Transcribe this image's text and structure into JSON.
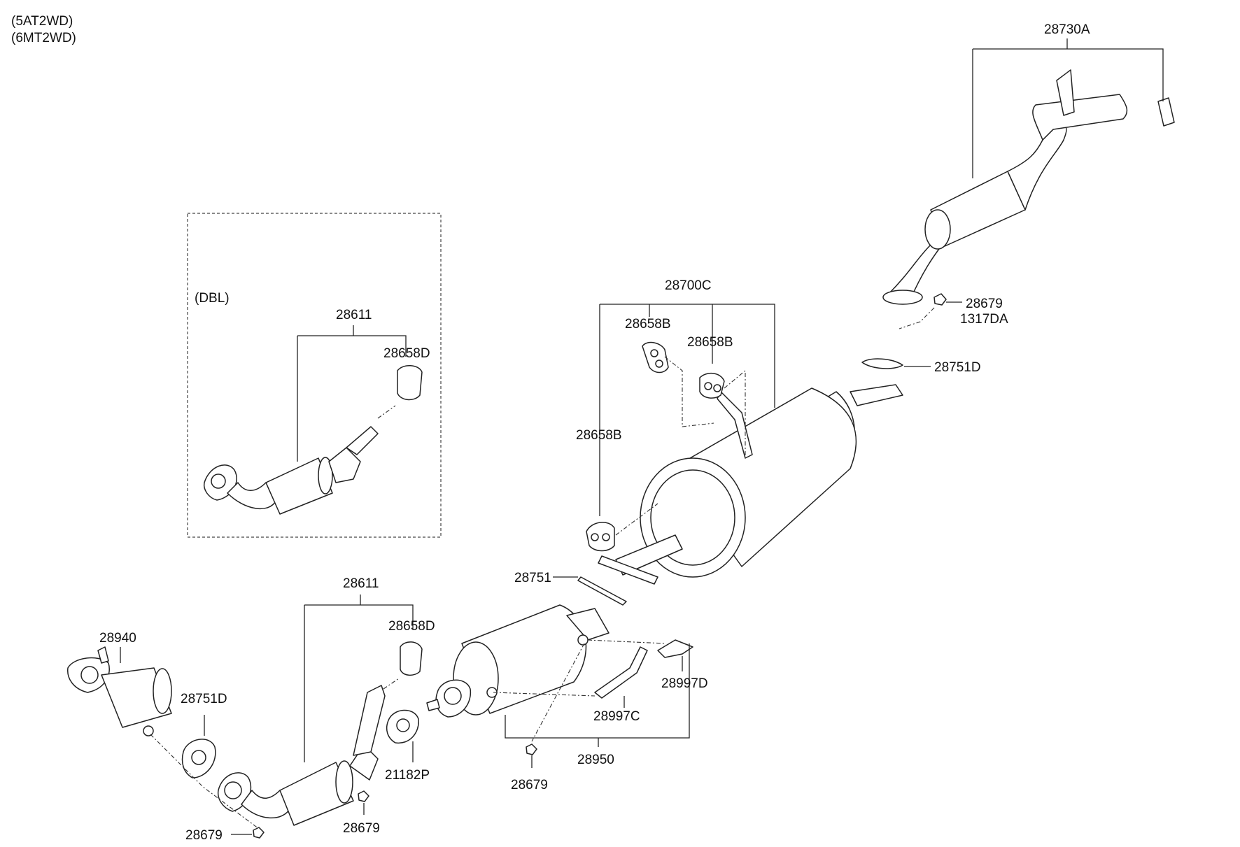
{
  "variants": [
    "(5AT2WD)",
    "(6MT2WD)"
  ],
  "inset_title": "(DBL)",
  "callouts": {
    "muffler_rear": "28730A",
    "nut_rear": "28679",
    "bolt_rear": "1317DA",
    "gasket_rear": "28751D",
    "muffler_center": "28700C",
    "hanger_b1": "28658B",
    "hanger_b2": "28658B",
    "hanger_b3": "28658B",
    "inset_pipe": "28611",
    "inset_hanger": "28658D",
    "front_pipe": "28611",
    "front_hanger": "28658D",
    "gasket_mid": "28751",
    "converter": "28940",
    "gasket_front": "28751D",
    "gasket_21182": "21182P",
    "nut_front_left": "28679",
    "nut_front_mid": "28679",
    "nut_dpf": "28679",
    "dpf_assy": "28950",
    "sensor_c": "28997C",
    "sensor_d": "28997D"
  }
}
